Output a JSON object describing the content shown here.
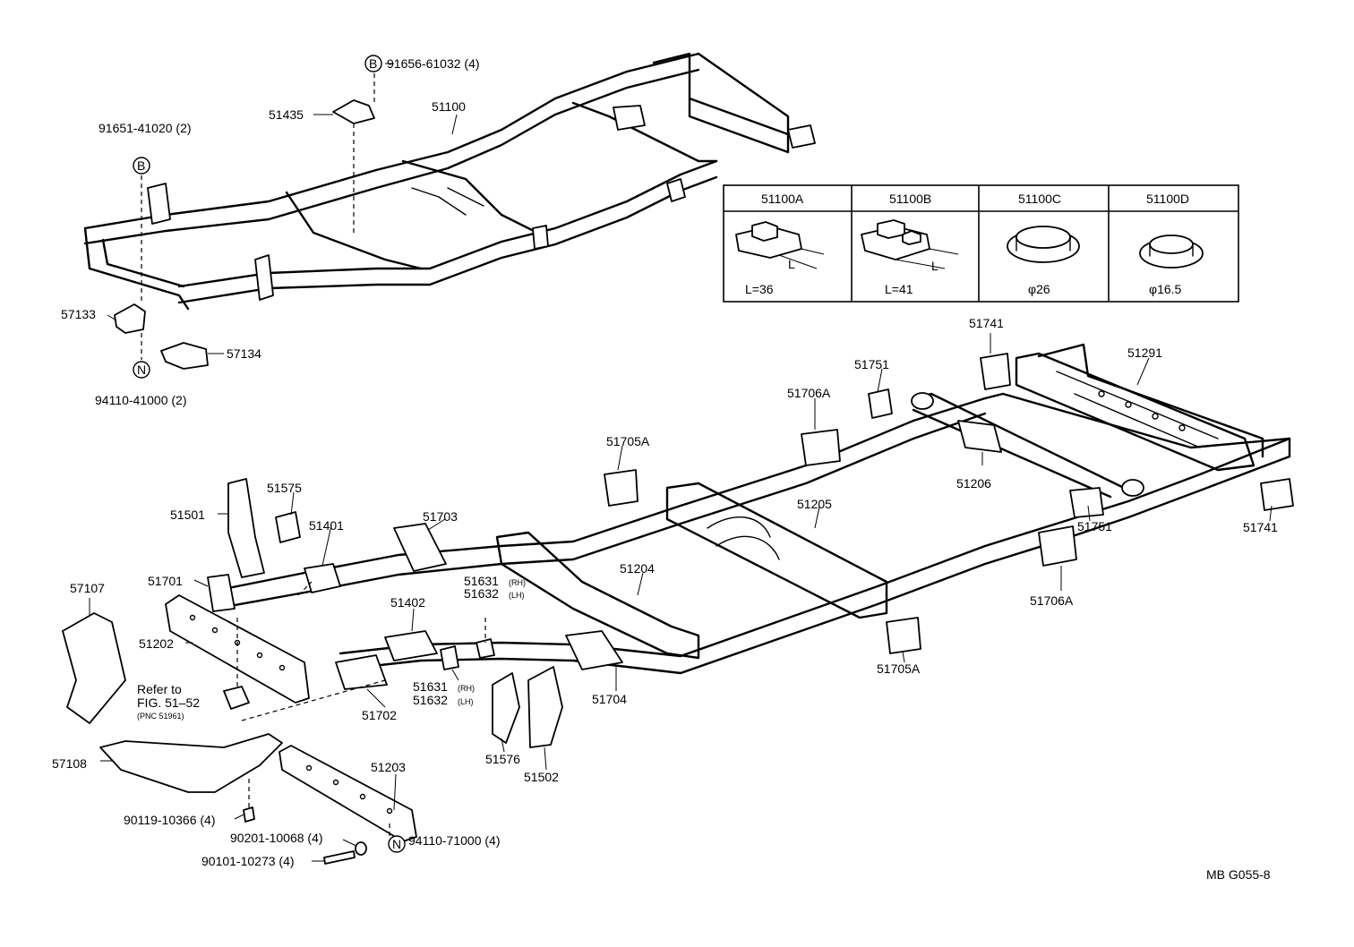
{
  "upper_frame_labels": {
    "bolt_b": "91656-61032 (4)",
    "bracket_51435": "51435",
    "frame_51100": "51100",
    "bolt_91651": "91651-41020 (2)",
    "plate_57133": "57133",
    "plate_57134": "57134",
    "nut_94110": "94110-41000 (2)"
  },
  "callout_letters": {
    "b": "B",
    "n": "N"
  },
  "plug_table": {
    "headers": [
      "51100A",
      "51100B",
      "51100C",
      "51100D"
    ],
    "values": [
      "L=36",
      "L=41",
      "φ26",
      "φ16.5"
    ],
    "dim_letter": "L"
  },
  "lower_frame_labels": {
    "p51741_top": "51741",
    "p51291": "51291",
    "p51751_top": "51751",
    "p51706a_top": "51706A",
    "p51705a_top": "51705A",
    "p51206": "51206",
    "p51205": "51205",
    "p51751_right": "51751",
    "p51741_right": "51741",
    "p51706a_right": "51706A",
    "p51575": "51575",
    "p51501": "51501",
    "p51401": "51401",
    "p51703": "51703",
    "p51701": "51701",
    "p57107": "57107",
    "p51202": "51202",
    "p51631_upper": "51631",
    "p51632_upper": "51632",
    "p51204": "51204",
    "p51402": "51402",
    "p51705a_bottom": "51705A",
    "p51704": "51704",
    "p51631_lower": "51631",
    "p51632_lower": "51632",
    "p51702": "51702",
    "p51576": "51576",
    "p51502": "51502",
    "p57108": "57108",
    "p51203": "51203",
    "bolt_90119": "90119-10366 (4)",
    "washer_90201": "90201-10068 (4)",
    "bolt_90101": "90101-10273 (4)",
    "nut_94110_71000": "94110-71000 (4)",
    "rh": "(RH)",
    "lh": "(LH)"
  },
  "reference_note": {
    "line1": "Refer to",
    "line2": "FIG. 51–52",
    "line3": "(PNC 51961)"
  },
  "figure_code": "MB G055-8"
}
